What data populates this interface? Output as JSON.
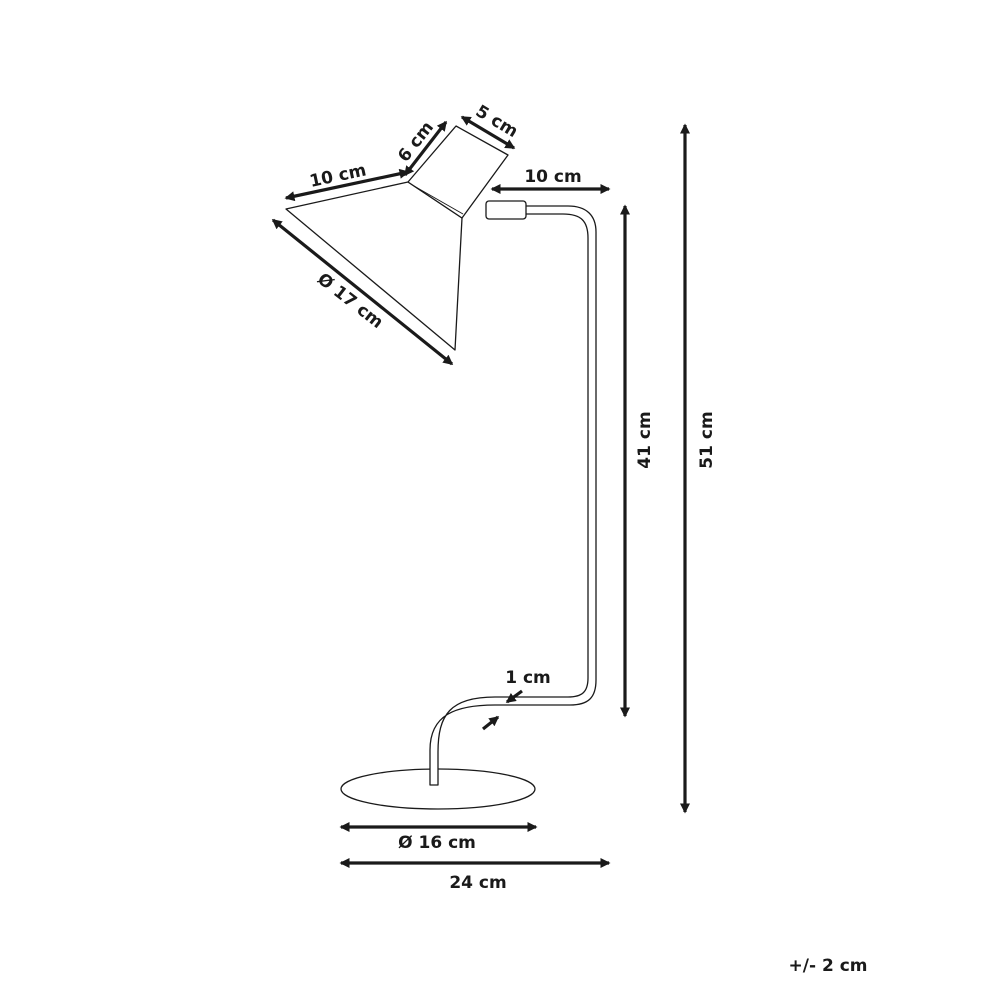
{
  "dimensions": {
    "shade_top_width": "10 cm",
    "socket_height": "6 cm",
    "socket_width": "5 cm",
    "arm_reach": "10 cm",
    "shade_diameter": "Ø 17 cm",
    "arm_height": "41 cm",
    "total_height": "51 cm",
    "tube_diameter": "1 cm",
    "base_diameter": "Ø 16 cm",
    "total_width": "24 cm"
  },
  "tolerance": "+/- 2 cm",
  "colors": {
    "line": "#1a1a1a",
    "background": "#ffffff"
  }
}
